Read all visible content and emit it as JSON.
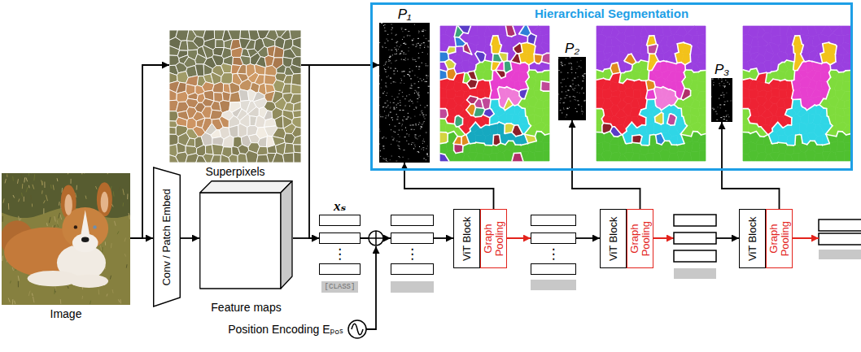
{
  "diagram": {
    "nodes": [
      {
        "text": [
          "Hierarchical Segmentation"
        ]
      },
      {
        "text": [
          "P₁"
        ],
        "in": 0
      },
      {
        "text": [
          "P₂"
        ],
        "in": 0
      },
      {
        "text": [
          "P₃"
        ],
        "in": 0
      },
      {
        "text": [
          "Image"
        ]
      },
      {
        "text": [
          "Superpixels"
        ]
      },
      {
        "text": [
          "Conv / Patch Embed"
        ]
      },
      {
        "text": [
          "Feature maps"
        ]
      },
      {
        "text": [
          "xₛ",
          "⋮"
        ]
      },
      {
        "text": [
          "[CLASS]"
        ],
        "in": 8
      },
      {
        "text": [
          "Position Encoding Eₚₒₛ"
        ]
      },
      {
        "text": [
          "⋮"
        ]
      },
      {
        "text": [
          "ViT Block"
        ]
      },
      {
        "text": [
          "Graph Pooling"
        ]
      },
      {
        "text": [
          "⋮"
        ]
      },
      {
        "text": [
          "ViT Block"
        ]
      },
      {
        "text": [
          "Graph Pooling"
        ]
      },
      {
        "text": [
          "ViT Block"
        ]
      },
      {
        "text": [
          "Graph Pooling"
        ]
      }
    ],
    "edges": [
      {
        "from": 4,
        "to": 5,
        "arrow": "to"
      },
      {
        "from": 4,
        "to": 6,
        "arrow": "to"
      },
      {
        "from": 6,
        "to": 7,
        "arrow": "to"
      },
      {
        "from": 7,
        "to": 8,
        "arrow": "to"
      },
      {
        "from": 5,
        "to": 8,
        "arrow": "to"
      },
      {
        "from": 5,
        "to": 1,
        "arrow": "to"
      },
      {
        "from": 8,
        "to": 11,
        "arrow": "to"
      },
      {
        "from": 11,
        "to": 12,
        "arrow": "to"
      },
      {
        "from": 13,
        "to": 14,
        "arrow": "to"
      },
      {
        "from": 14,
        "to": 15,
        "arrow": "to"
      },
      {
        "from": 16,
        "to": 17,
        "arrow": "to"
      },
      {
        "from": 13,
        "to": 1,
        "arrow": "to"
      },
      {
        "from": 16,
        "to": 2,
        "arrow": "to"
      },
      {
        "from": 18,
        "to": 3,
        "arrow": "to"
      }
    ]
  }
}
